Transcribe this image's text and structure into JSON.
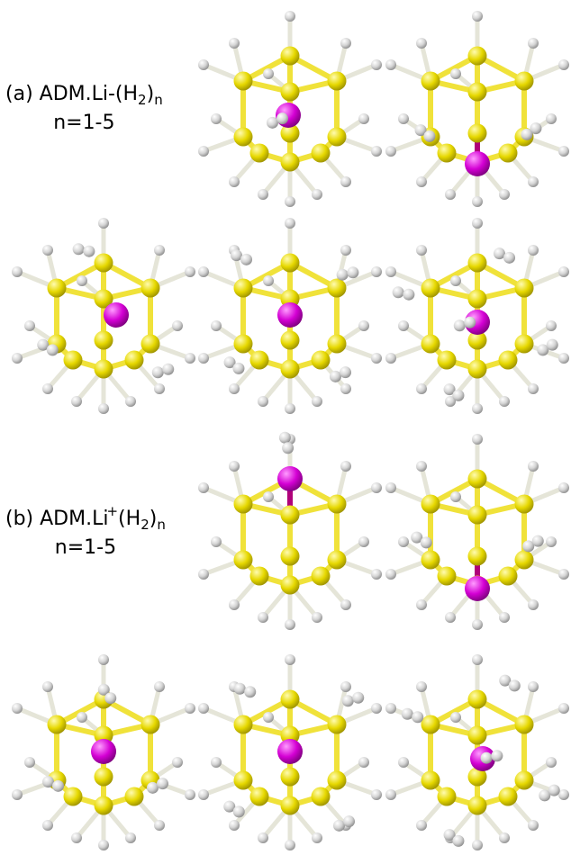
{
  "panel_a": {
    "label_prefix": "(a) ADM.Li-(H",
    "label_sub": "2",
    "label_close": ")",
    "label_n": "n",
    "label_range": "n=1-5"
  },
  "panel_b": {
    "label_prefix": "(b) ADM.Li",
    "label_charge": "+",
    "label_mid": "(H",
    "label_sub": "2",
    "label_close": ")",
    "label_n": "n",
    "label_range": "n=1-5"
  },
  "colors": {
    "carbon": "#e6d800",
    "bond": "#f0e23a",
    "hydrogen": "#d4d4d4",
    "lithium": "#d400d4",
    "li_bond": "#b0007a"
  },
  "structures": [
    {
      "panel": "a",
      "h2_count": 1,
      "li_position": "center-top"
    },
    {
      "panel": "a",
      "h2_count": 2,
      "li_position": "bottom"
    },
    {
      "panel": "a",
      "h2_count": 3,
      "li_position": "center"
    },
    {
      "panel": "a",
      "h2_count": 4,
      "li_position": "center"
    },
    {
      "panel": "a",
      "h2_count": 5,
      "li_position": "center"
    },
    {
      "panel": "b",
      "h2_count": 1,
      "li_position": "top"
    },
    {
      "panel": "b",
      "h2_count": 2,
      "li_position": "bottom"
    },
    {
      "panel": "b",
      "h2_count": 3,
      "li_position": "center"
    },
    {
      "panel": "b",
      "h2_count": 4,
      "li_position": "center"
    },
    {
      "panel": "b",
      "h2_count": 5,
      "li_position": "center"
    }
  ]
}
